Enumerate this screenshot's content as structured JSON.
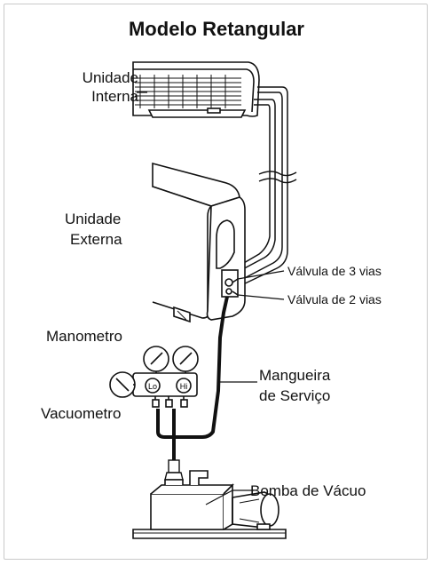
{
  "title": "Modelo Retangular",
  "labels": {
    "indoor_unit_line1": "Unidade",
    "indoor_unit_line2": "Interna",
    "outdoor_unit_line1": "Unidade",
    "outdoor_unit_line2": "Externa",
    "valve_3way": "Válvula de 3 vias",
    "valve_2way": "Válvula de 2 vias",
    "manometer": "Manometro",
    "vacuometer": "Vacuometro",
    "hose_line1": "Mangueira",
    "hose_line2": "de Serviço",
    "vacuum_pump": "Bomba de Vácuo"
  },
  "gauges": {
    "low": "Lo",
    "high": "Hi"
  }
}
